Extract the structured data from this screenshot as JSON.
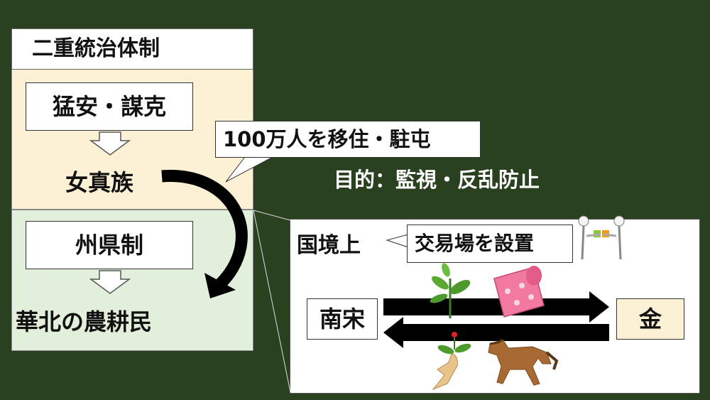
{
  "left_panel": {
    "title": "二重統治体制",
    "upper": {
      "box_label": "猛安・謀克",
      "group_label": "女真族"
    },
    "lower": {
      "box_label": "州県制",
      "group_label": "華北の農耕民"
    }
  },
  "callouts": {
    "migrate": "100万人を移住・駐屯",
    "purpose": "目的：監視・反乱防止"
  },
  "trade_panel": {
    "heading": "国境上",
    "callout": "交易場を設置",
    "left_party": "南宋",
    "right_party": "金"
  },
  "icons": [
    "handshake-icon",
    "tea-leaf-icon",
    "silk-cloth-icon",
    "ginseng-icon",
    "horse-icon"
  ],
  "colors": {
    "background": "#2a4120",
    "upper_fill": "#fdf1d5",
    "lower_fill": "#e2efda",
    "arrow": "#000000"
  }
}
